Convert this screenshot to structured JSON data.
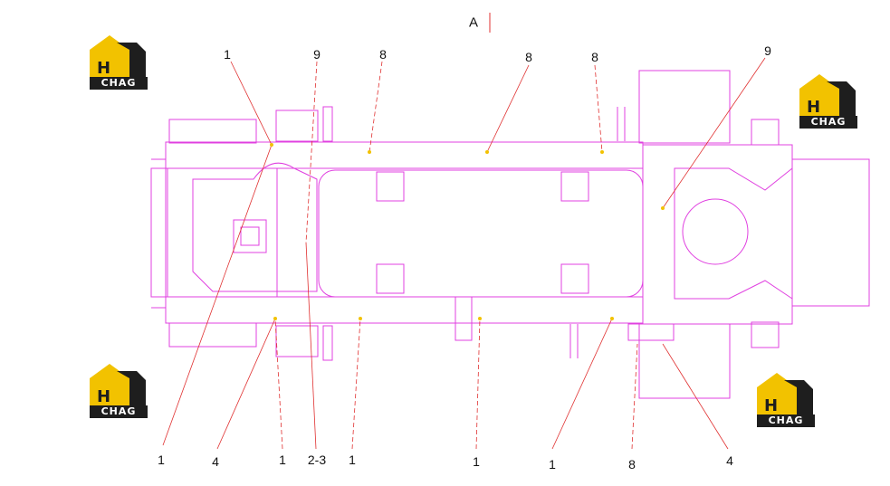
{
  "view_label": "A",
  "logos": [
    {
      "text": "CHAG"
    },
    {
      "text": "CHAG"
    },
    {
      "text": "CHAG"
    },
    {
      "text": "CHAG"
    }
  ],
  "callouts": [
    {
      "label": "1"
    },
    {
      "label": "9"
    },
    {
      "label": "8"
    },
    {
      "label": "8"
    },
    {
      "label": "8"
    },
    {
      "label": "9"
    },
    {
      "label": "1"
    },
    {
      "label": "4"
    },
    {
      "label": "1"
    },
    {
      "label": "2-3"
    },
    {
      "label": "1"
    },
    {
      "label": "1"
    },
    {
      "label": "1"
    },
    {
      "label": "8"
    },
    {
      "label": "4"
    }
  ],
  "colors": {
    "frame": "#e040e0",
    "leader": "#e03030",
    "marker": "#f2c200",
    "logo_gold": "#f2c200",
    "logo_dark": "#1e1e1e"
  }
}
